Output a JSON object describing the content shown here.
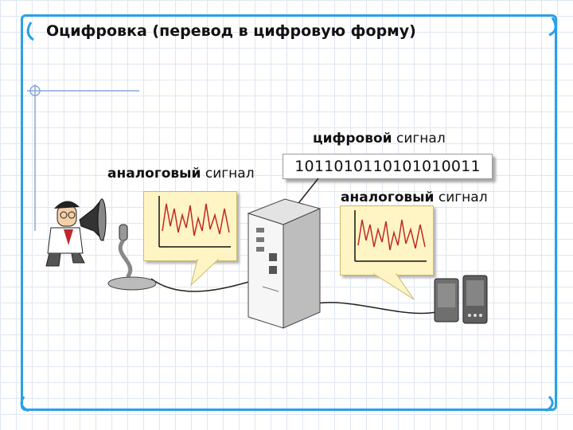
{
  "slide": {
    "title": "Оцифровка (перевод в цифровую форму)"
  },
  "labels": {
    "analog_left_bold": "аналоговый",
    "analog_left_rest": " сигнал",
    "digital_bold": "цифровой",
    "digital_rest": " сигнал",
    "analog_right_bold": "аналоговый",
    "analog_right_rest": " сигнал"
  },
  "digital_signal": {
    "bits": "1011010110101010011"
  },
  "colors": {
    "frame": "#2aa0e6",
    "callout_fill": "#fff5c4",
    "waveform": "#c0282b"
  },
  "icons": {
    "person": "person-speaking-icon",
    "microphone": "microphone-icon",
    "computer": "computer-tower-icon",
    "speakers": "speakers-icon"
  }
}
